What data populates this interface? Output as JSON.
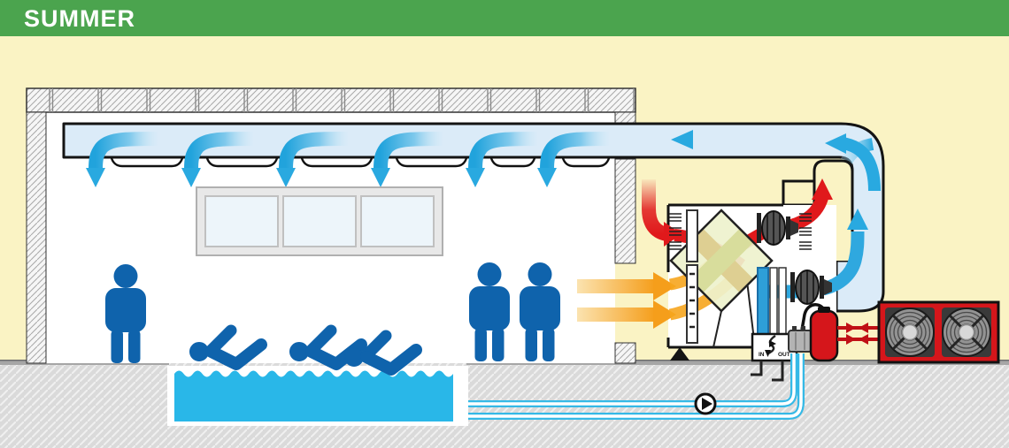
{
  "header": {
    "title": "SUMMER",
    "background": "#4BA44E",
    "text_color": "#FFFFFF"
  },
  "ahu": {
    "pool_water_in_label": "IN",
    "pool_water_out_label": "OUT"
  },
  "colors": {
    "background": "#FAF3C4",
    "duct_fill": "#DBEBF8",
    "supply_air_blue": "#29A9E0",
    "extract_air_orange": "#F5A01B",
    "hot_air_red": "#E0191B",
    "equipment_red": "#D5161B",
    "pool_water": "#29B7E8",
    "figure_blue": "#0F63AC",
    "ground": "#DADADA"
  },
  "icons": [
    "diffuser-arrow-icon",
    "person-icon",
    "swimmer-icon",
    "pump-icon",
    "intake-louver-icon",
    "air-filter",
    "heat-recovery-exchanger",
    "cooling-coil",
    "exhaust-fan-icon",
    "supply-fan-icon",
    "three-way-valve-icon",
    "plate-heat-exchanger",
    "compressor",
    "condenser-fan-icon",
    "refrigerant-line-arrows"
  ],
  "counts": {
    "ceiling_diffusers": 6,
    "standing_people": 3,
    "swimmers": 3,
    "window_panes": 3,
    "condenser_fans": 2
  }
}
